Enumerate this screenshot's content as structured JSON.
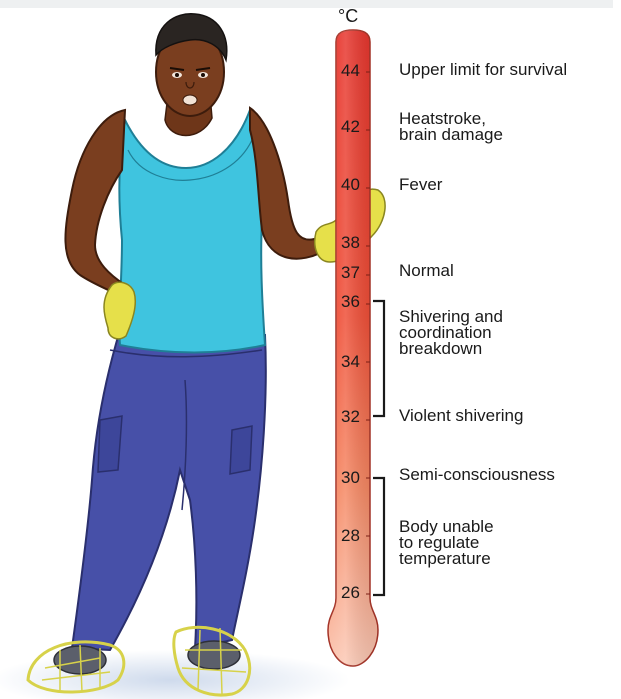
{
  "thermometer": {
    "unit": "°C",
    "scale_min": 24,
    "scale_max": 46,
    "ticks": [
      "44",
      "42",
      "40",
      "38",
      "37",
      "36",
      "34",
      "32",
      "30",
      "28",
      "26"
    ],
    "colors": {
      "hot": "#e8322b",
      "mid": "#f0663f",
      "cold": "#f9c3b0",
      "outline": "#a33226"
    }
  },
  "labels": [
    {
      "id": "upper-limit",
      "temp": 44,
      "text": "Upper limit for survival"
    },
    {
      "id": "heatstroke",
      "temp": 42,
      "text": "Heatstroke,\nbrain damage"
    },
    {
      "id": "fever",
      "temp": 40,
      "text": "Fever"
    },
    {
      "id": "normal",
      "temp": 37,
      "text": "Normal"
    },
    {
      "id": "shivering-coordination",
      "temp_range": [
        32,
        36
      ],
      "text": "Shivering and\ncoordination\nbreakdown"
    },
    {
      "id": "violent-shivering",
      "temp": 32,
      "text": "Violent shivering"
    },
    {
      "id": "semi-consciousness",
      "temp": 30,
      "text": "Semi-consciousness"
    },
    {
      "id": "body-unable",
      "temp_range": [
        26,
        30
      ],
      "text": "Body unable\nto regulate\ntemperature"
    }
  ],
  "illustration": {
    "subject": "man in tank top and cargo pants wearing snowshoes and yellow gloves, resting hand on thermometer",
    "colors": {
      "skin": "#7a3e1f",
      "tank_top": "#3fc4df",
      "pants": "#4750a8",
      "gloves": "#e6e04a",
      "snowshoe": "#d7d24a",
      "shadow": "#c5d3e6"
    }
  }
}
